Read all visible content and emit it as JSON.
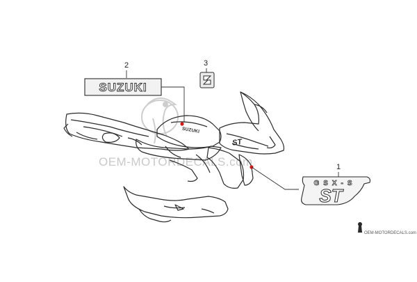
{
  "diagram": {
    "callouts": [
      {
        "number": "1",
        "part": "gsx-s-st-emblem"
      },
      {
        "number": "2",
        "part": "suzuki-wordmark-decal"
      },
      {
        "number": "3",
        "part": "suzuki-s-logo-emblem"
      }
    ],
    "decals": {
      "suzuki_wordmark": "SUZUKI",
      "tank_mark": "SUZUKI",
      "fairing_mark": "ST",
      "emblem_model": "GSX-S",
      "emblem_sub": "ST"
    }
  },
  "watermark": {
    "center_text": "OEM-MOTORDECALS.com",
    "corner_text": "OEM-MOTORDECALS.com"
  },
  "colors": {
    "line": "#2a2a2a",
    "leader_dot": "#d11a1a",
    "watermark": "#c8c8c8",
    "callout_number": "#222222"
  }
}
